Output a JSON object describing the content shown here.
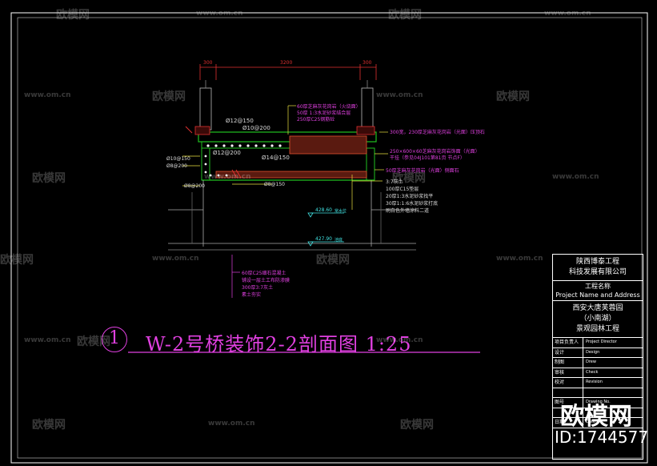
{
  "drawing": {
    "number": "1",
    "title": "W-2号桥装饰2-2剖面图  1:25"
  },
  "dimensions": {
    "top_left": "300",
    "top_mid": "3200",
    "top_right": "300"
  },
  "rebar_labels": {
    "r1": "Ø12@150",
    "r2": "Ø10@200",
    "r3": "Ø12@200",
    "r4": "Ø14@150",
    "r5": "Ø10@150",
    "r6": "Ø8@200",
    "r7": "Ø8@200",
    "r8": "Ø8@150"
  },
  "callouts_top": [
    "60厚芝麻灰花岗岩（火烧面）",
    "50厚 1:3水泥砂浆结合层",
    "250厚C25钢筋砼"
  ],
  "callouts_right": [
    "300宽，230厚芝麻灰花岗岩（光面）压顶石",
    "250×600×60芝麻灰花岗岩饰面（光面）",
    "干挂（参见04J101第81页 节点F）",
    "50厚芝麻灰花岗岩（光面）侧面石"
  ],
  "callouts_layers": [
    "3:7灰土",
    "100厚C15垫层",
    "20厚1:3水泥砂浆找平",
    "30厚1:1:6水泥砂浆打底",
    "刷白色外墙涂料二道"
  ],
  "callouts_bottom": [
    "60厚C25细石混凝土",
    "铺设一层土工布防渗膜",
    "300厚3:7灰土",
    "素土夯实"
  ],
  "levels": {
    "water": "428.60",
    "water_label": "常水位",
    "bottom": "427.90",
    "bottom_label": "池底"
  },
  "title_block": {
    "company": [
      "陕西博泰工程",
      "科技发展有限公司"
    ],
    "project_head": [
      "工程名称",
      "Project Name and Address"
    ],
    "project_name": [
      "西安大唐芙蓉园",
      "（小南湖）",
      "景观园林工程"
    ],
    "rows": [
      {
        "cn": "项目负责人",
        "en": "Project Director"
      },
      {
        "cn": "设计",
        "en": "Design"
      },
      {
        "cn": "制图",
        "en": "Drew"
      },
      {
        "cn": "审核",
        "en": "Check"
      },
      {
        "cn": "校对",
        "en": "Revision"
      },
      {
        "cn": "",
        "en": ""
      },
      {
        "cn": "图号",
        "en": "Drawing No."
      },
      {
        "cn": "",
        "en": ""
      },
      {
        "cn": "日期",
        "en": "Date"
      }
    ]
  },
  "watermarks": {
    "brand": "欧模网",
    "url": "www.om.cn"
  },
  "footer": {
    "logo": "欧模网",
    "id": "ID:1744577"
  },
  "colors": {
    "background": "#000000",
    "magenta": "#e040e0",
    "yellow": "#e8e040",
    "green": "#20c020",
    "red": "#e03030",
    "cyan": "#40e0e0",
    "white": "#ffffff"
  }
}
